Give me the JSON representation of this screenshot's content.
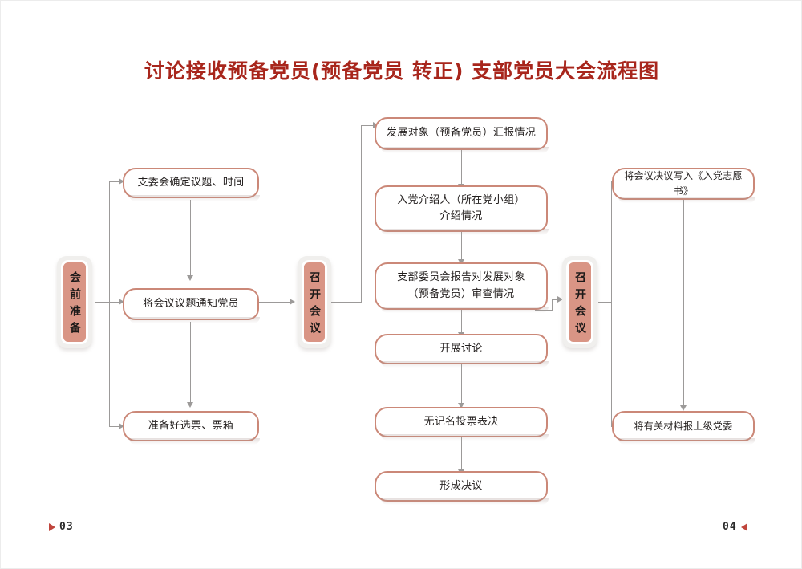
{
  "document": {
    "title": "讨论接收预备党员(预备党员 转正) 支部党员大会流程图",
    "title_color": "#a8261c",
    "background": "#ffffff"
  },
  "theme": {
    "node_border": "#cb8878",
    "node_fill": "#ffffff",
    "pill_fill": "#d99585",
    "pill_frame": "#f0efed",
    "connector": "#9c9a99",
    "page_marker": "#c0453c"
  },
  "stages": [
    {
      "id": "stage-pre-meeting",
      "label": "会前准备"
    },
    {
      "id": "stage-hold-meeting-1",
      "label": "召开会议"
    },
    {
      "id": "stage-hold-meeting-2",
      "label": "召开会议"
    }
  ],
  "nodes": {
    "left": [
      {
        "id": "node-agenda-time",
        "text": "支委会确定议题、时间"
      },
      {
        "id": "node-notify-members",
        "text": "将会议议题通知党员"
      },
      {
        "id": "node-prepare-ballots",
        "text": "准备好选票、票箱"
      }
    ],
    "middle": [
      {
        "id": "node-candidate-report",
        "line1": "发展对象（预备党员）汇报情况",
        "line2": ""
      },
      {
        "id": "node-introducer",
        "line1": "入党介绍人（所在党小组）",
        "line2": "介绍情况"
      },
      {
        "id": "node-branch-committee",
        "line1": "支部委员会报告对发展对象",
        "line2": "（预备党员）审查情况"
      },
      {
        "id": "node-discussion",
        "line1": "开展讨论",
        "line2": ""
      },
      {
        "id": "node-secret-ballot",
        "line1": "无记名投票表决",
        "line2": ""
      },
      {
        "id": "node-resolution",
        "line1": "形成决议",
        "line2": ""
      }
    ],
    "right": [
      {
        "id": "node-write-resolution",
        "text": "将会议决议写入《入党志愿书》"
      },
      {
        "id": "node-submit-materials",
        "text": "将有关材料报上级党委"
      }
    ]
  },
  "footer": {
    "left_page": "03",
    "right_page": "04"
  }
}
